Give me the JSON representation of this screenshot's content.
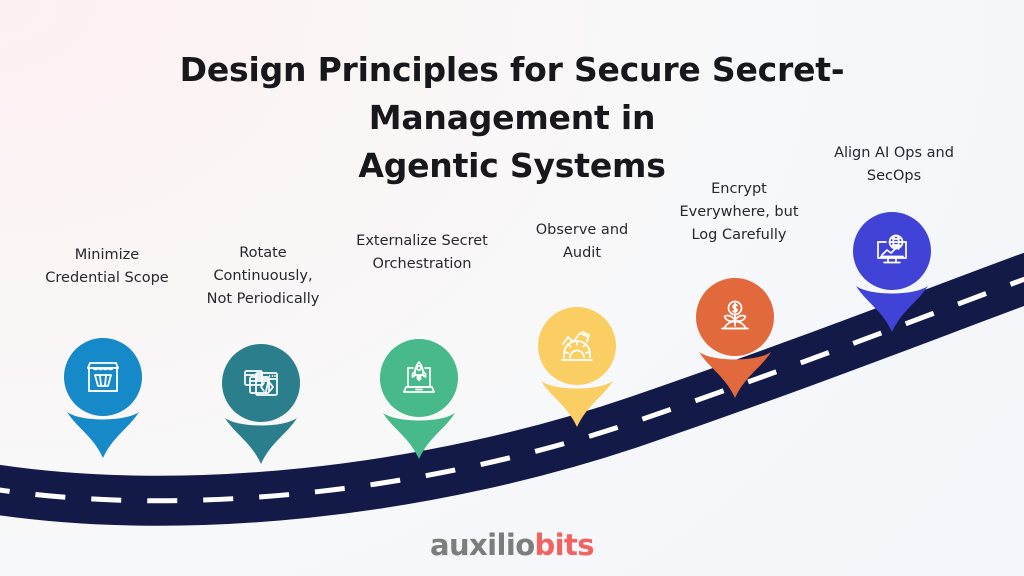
{
  "title": "Design Principles for Secure Secret-Management in\nAgentic Systems",
  "background": {
    "start_color": "#fdf0f1",
    "end_color": "#f3f6fa"
  },
  "road": {
    "color": "#141a47",
    "dash_color": "#ffffff",
    "name": "curved-road-path"
  },
  "steps": [
    {
      "label": "Minimize\nCredential Scope",
      "icon": "storefront-cart-icon",
      "color": "#1689c8",
      "tail_color": "#1689c8"
    },
    {
      "label": "Rotate\nContinuously,\nNot Periodically",
      "icon": "code-windows-icon",
      "color": "#2b7f8c",
      "tail_color": "#2b7f8c"
    },
    {
      "label": "Externalize Secret\nOrchestration",
      "icon": "laptop-rocket-icon",
      "color": "#48b98a",
      "tail_color": "#48b98a"
    },
    {
      "label": "Observe and\nAudit",
      "icon": "growth-gear-icon",
      "color": "#fbce63",
      "tail_color": "#fbce63"
    },
    {
      "label": "Encrypt\nEverywhere, but\nLog Carefully",
      "icon": "money-plant-icon",
      "color": "#e1693c",
      "tail_color": "#e1693c"
    },
    {
      "label": "Align AI Ops and\nSecOps",
      "icon": "monitor-globe-analytics-icon",
      "color": "#4043d6",
      "tail_color": "#4043d6"
    }
  ],
  "logo": {
    "part_one": "auxilio",
    "part_two": "bits",
    "part_one_color": "#7d7d7d",
    "part_two_color": "#f2635f"
  }
}
